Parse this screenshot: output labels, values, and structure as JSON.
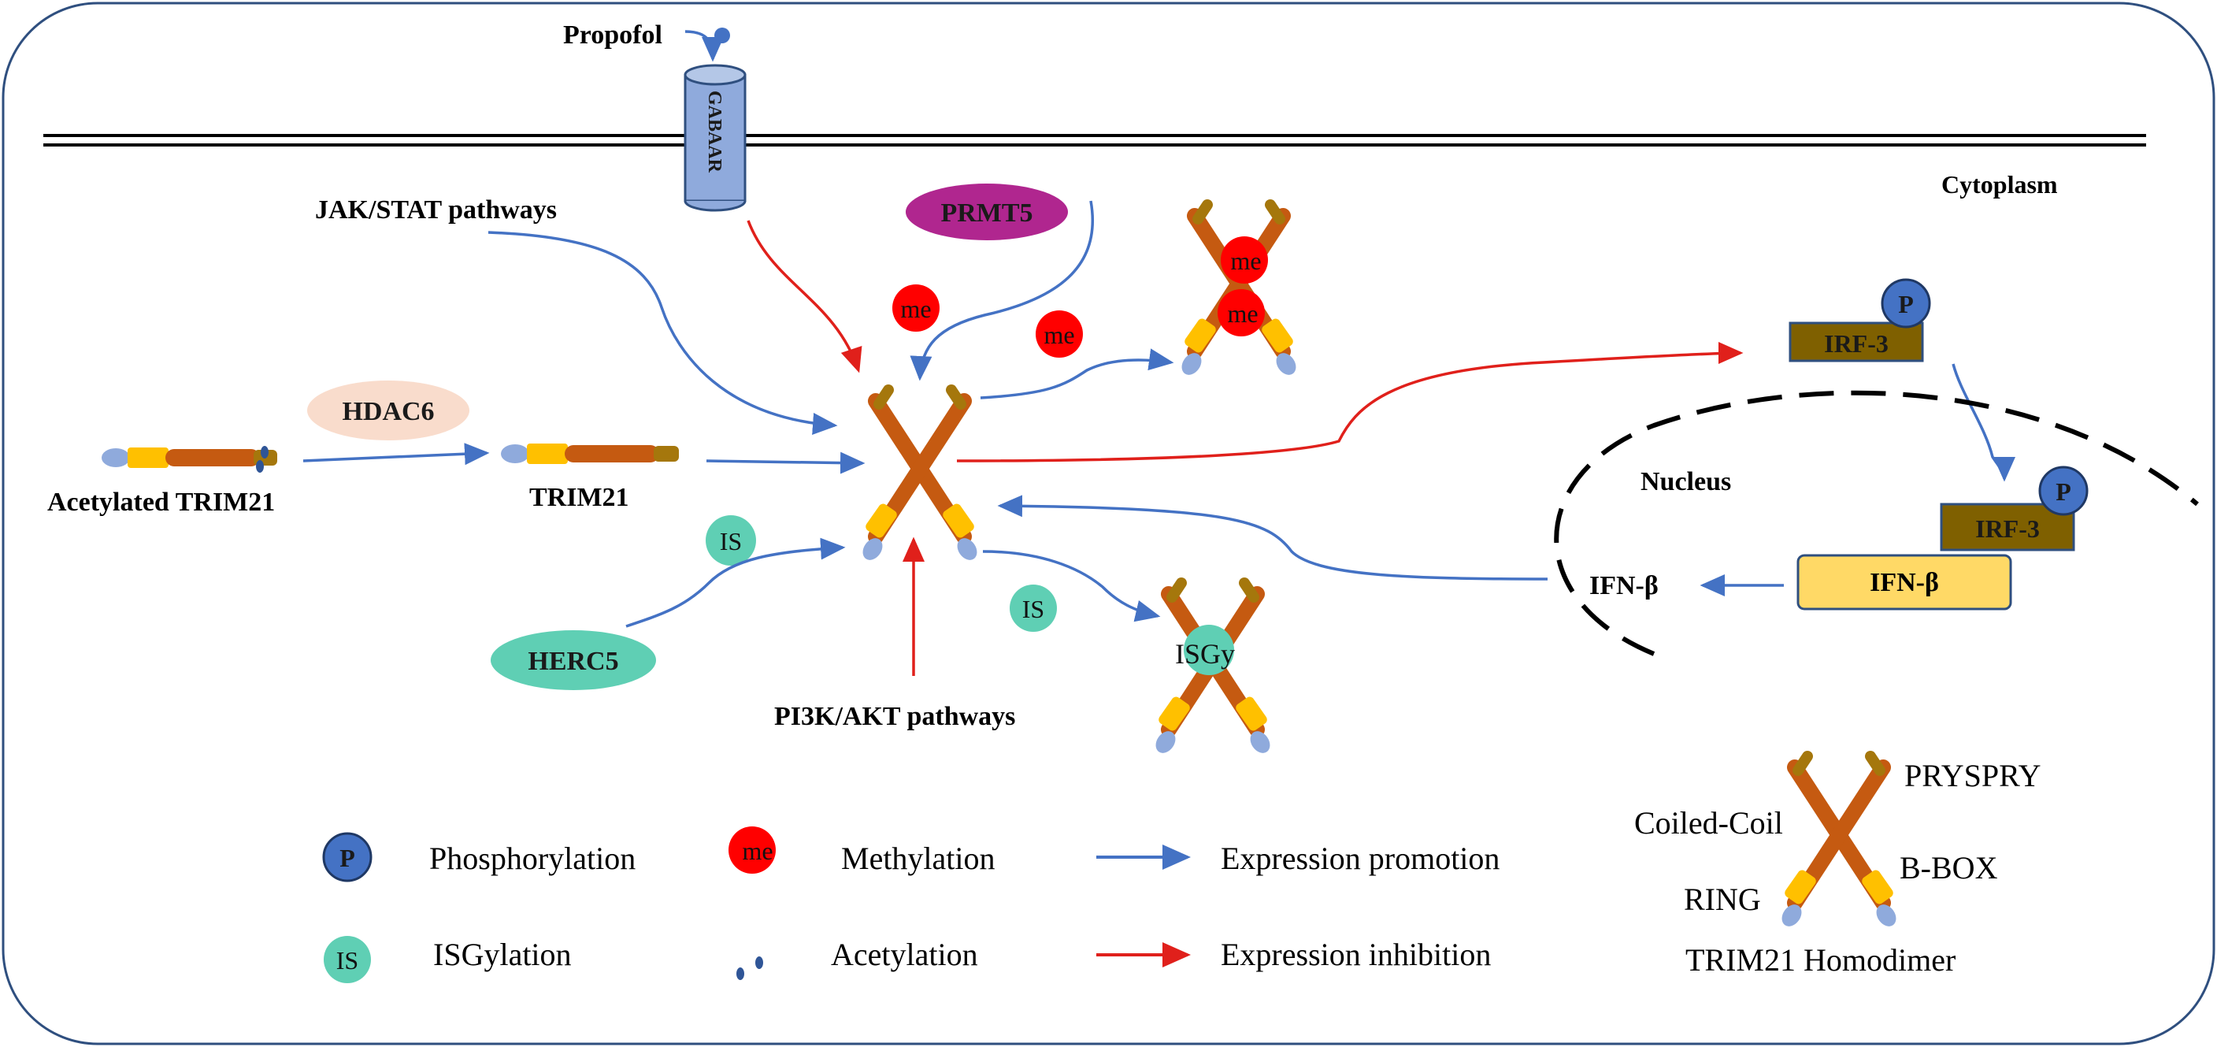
{
  "labels": {
    "propofol": "Propofol",
    "gabaar": "GABAAR",
    "cytoplasm": "Cytoplasm",
    "jak_stat": "JAK/STAT pathways",
    "prmt5": "PRMT5",
    "hdac6": "HDAC6",
    "acetylated_trim21": "Acetylated TRIM21",
    "trim21": "TRIM21",
    "herc5": "HERC5",
    "pi3k_akt": "PI3K/AKT pathways",
    "irf3_top": "IRF-3",
    "irf3_bottom": "IRF-3",
    "ifn_beta_box": "IFN-β",
    "ifn_beta_text": "IFN-β",
    "nucleus": "Nucleus",
    "isgy": "ISGy",
    "me_1": "me",
    "me_2": "me",
    "me_dimer_1": "me",
    "me_dimer_2": "me",
    "is_1": "IS",
    "is_2": "IS",
    "p_top": "P",
    "p_bottom": "P"
  },
  "legend": {
    "p_symbol": "P",
    "phosphorylation": "Phosphorylation",
    "me_symbol": "me",
    "methylation": "Methylation",
    "expression_promotion": "Expression promotion",
    "is_symbol": "IS",
    "isgylation": "ISGylation",
    "acetylation": "Acetylation",
    "expression_inhibition": "Expression inhibition",
    "pryspry": "PRYSPRY",
    "coiled_coil": "Coiled-Coil",
    "b_box": "B-BOX",
    "ring": "RING",
    "homodimer": "TRIM21 Homodimer"
  },
  "colors": {
    "promotion": "#4472c4",
    "inhibition": "#e0201b",
    "coiled_coil": "#c55a11",
    "b_box": "#ffc000",
    "ring": "#8faadc",
    "pryspry": "#a5770c",
    "methyl": "#ff0000",
    "isg": "#5fcfb4",
    "phospho": "#4472c4",
    "prmt5": "#b0268f",
    "hdac6": "#f9dccc",
    "irf3": "#7f6000",
    "ifn_box": "#ffd966",
    "gabaar": "#8faadc"
  },
  "icons": {
    "trim21_homodimer": "x-shaped-dimer-icon",
    "trim21_linear": "linear-trim21-icon"
  }
}
